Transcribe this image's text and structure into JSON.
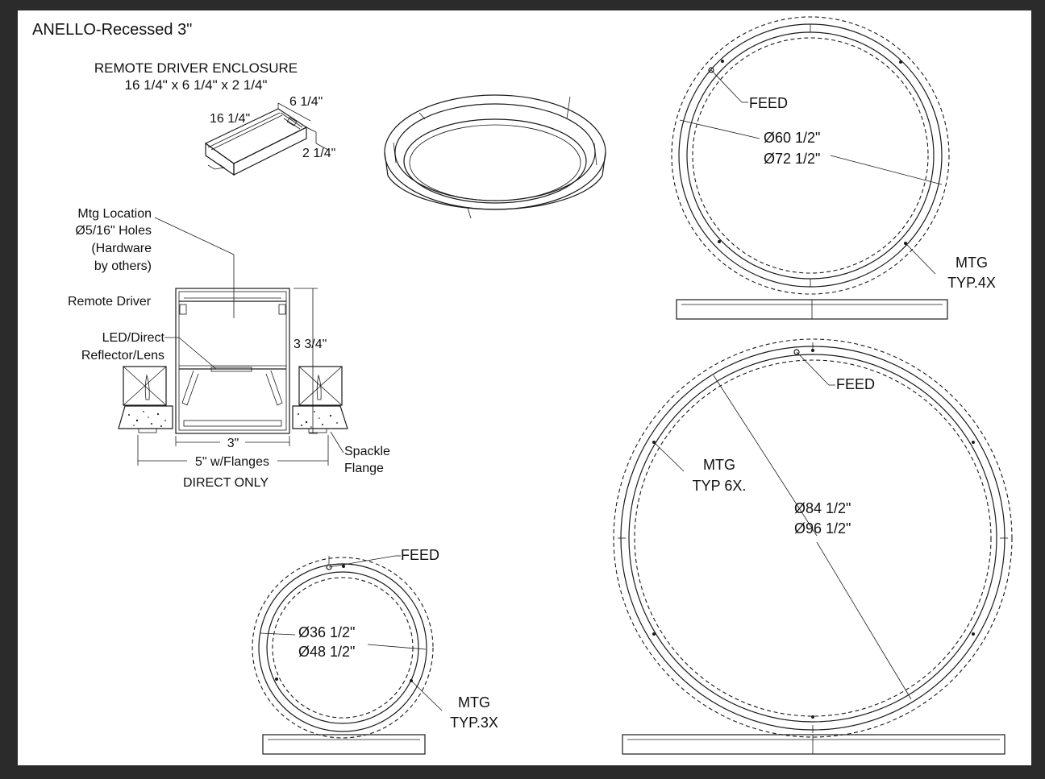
{
  "title": "ANELLO-Recessed 3\"",
  "enclosure": {
    "heading": "REMOTE DRIVER ENCLOSURE",
    "size": "16 1/4\" x 6 1/4\" x 2 1/4\"",
    "dim_length": "16 1/4\"",
    "dim_width": "6 1/4\"",
    "dim_height": "2 1/4\""
  },
  "section": {
    "mtg_line1": "Mtg Location",
    "mtg_line2": "Ø5/16\" Holes",
    "mtg_line3": "(Hardware",
    "mtg_line4": "by others)",
    "remote_driver": "Remote Driver",
    "led_line1": "LED/Direct",
    "led_line2": "Reflector/Lens",
    "height_dim": "3 3/4\"",
    "width_dim": "3\"",
    "flange_dim": "5\" w/Flanges",
    "spackle_line1": "Spackle",
    "spackle_line2": "Flange",
    "direct_only": "DIRECT ONLY"
  },
  "ring_72": {
    "feed": "FEED",
    "inner_dia": "Ø60 1/2\"",
    "outer_dia": "Ø72 1/2\"",
    "mtg_line1": "MTG",
    "mtg_line2": "TYP.4X"
  },
  "ring_96": {
    "feed": "FEED",
    "mtg_line1": "MTG",
    "mtg_line2": "TYP 6X.",
    "inner_dia": "Ø84 1/2\"",
    "outer_dia": "Ø96 1/2\""
  },
  "ring_48": {
    "feed": "FEED",
    "inner_dia": "Ø36 1/2\"",
    "outer_dia": "Ø48 1/2\"",
    "mtg_line1": "MTG",
    "mtg_line2": "TYP.3X"
  }
}
